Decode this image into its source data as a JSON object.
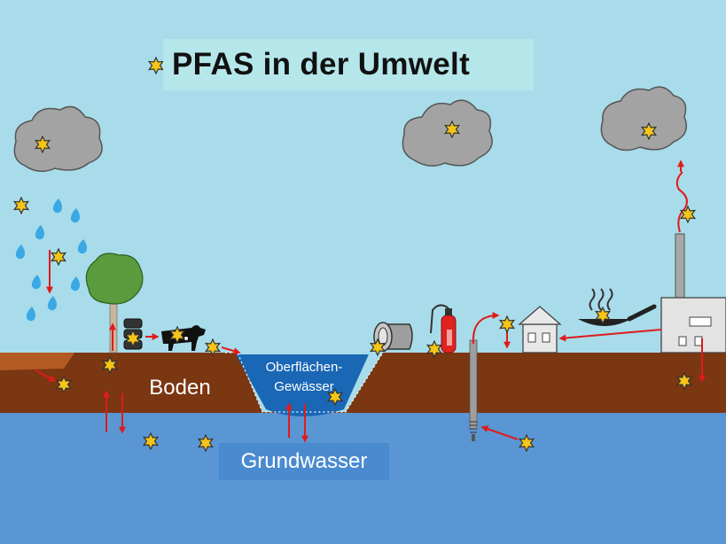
{
  "title": "PFAS in der Umwelt",
  "labels": {
    "soil": "Boden",
    "surface_water": [
      "Oberflächen-",
      "Gewässer"
    ],
    "groundwater": "Grundwasser"
  },
  "colors": {
    "sky": "#a8dcea",
    "soil": "#7b3612",
    "groundwater": "#5a96d3",
    "surface_water": "#1a67b5",
    "arrow": "#e01b1b",
    "pfas_marker": "#f5c518",
    "cloud": "#a3a3a3",
    "tree": "#5a9b3e",
    "extinguisher": "#e0231f"
  },
  "icons": [
    "pfas-star-icon",
    "cloud-icon",
    "rain-drop-icon",
    "tree-icon",
    "cow-icon",
    "hay-bale-icon",
    "pipe-outlet-icon",
    "fire-extinguisher-icon",
    "house-icon",
    "frying-pan-icon",
    "factory-icon",
    "well-icon"
  ]
}
